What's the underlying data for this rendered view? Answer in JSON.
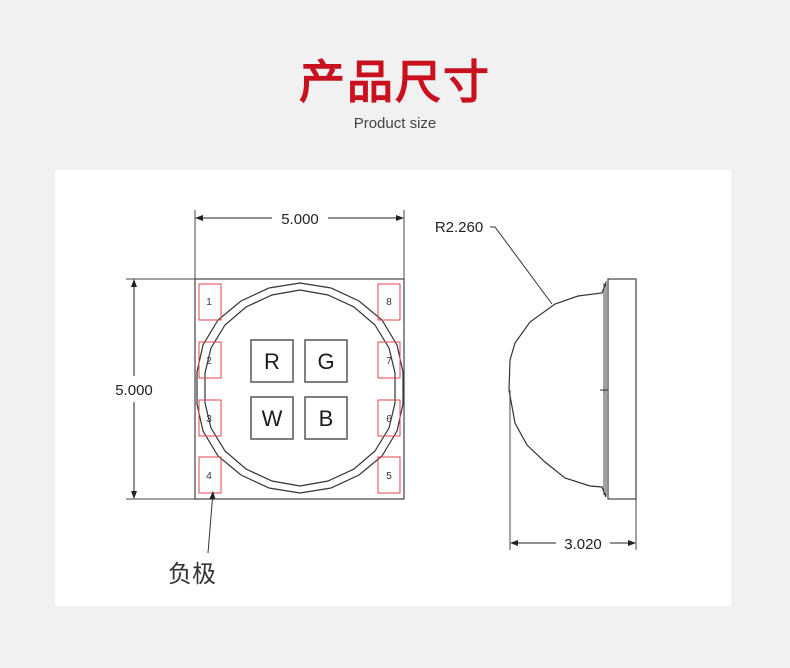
{
  "header": {
    "title": "产品尺寸",
    "subtitle": "Product size"
  },
  "colors": {
    "title": "#c8101f",
    "pad_outline": "#e0464f",
    "line": "#333333",
    "background": "#f1f1f1",
    "panel": "#ffffff"
  },
  "top_view": {
    "width_dim": "5.000",
    "height_dim": "5.000",
    "pads": [
      {
        "num": "1"
      },
      {
        "num": "2"
      },
      {
        "num": "3"
      },
      {
        "num": "4"
      },
      {
        "num": "5"
      },
      {
        "num": "6"
      },
      {
        "num": "7"
      },
      {
        "num": "8"
      }
    ],
    "chips": [
      {
        "label": "R"
      },
      {
        "label": "G"
      },
      {
        "label": "W"
      },
      {
        "label": "B"
      }
    ],
    "callout": "负极"
  },
  "side_view": {
    "radius_dim": "R2.260",
    "depth_dim": "3.020"
  }
}
